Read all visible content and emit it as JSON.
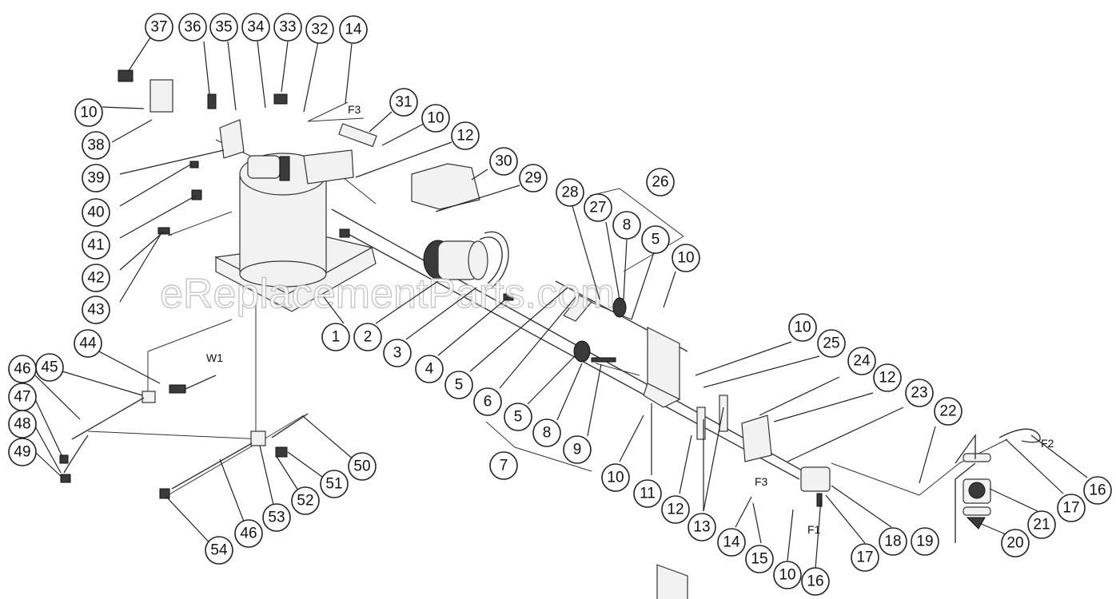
{
  "watermark": "eReplacementParts.com",
  "connection_labels": [
    "F3",
    "W1",
    "F2",
    "F3",
    "F1"
  ],
  "callouts": [
    "37",
    "36",
    "35",
    "34",
    "33",
    "32",
    "14",
    "31",
    "10",
    "12",
    "30",
    "29",
    "10",
    "38",
    "39",
    "40",
    "41",
    "42",
    "43",
    "28",
    "27",
    "8",
    "5",
    "26",
    "10",
    "1",
    "2",
    "3",
    "4",
    "5",
    "6",
    "5",
    "8",
    "9",
    "7",
    "10",
    "25",
    "24",
    "12",
    "23",
    "22",
    "10",
    "11",
    "12",
    "13",
    "14",
    "15",
    "10",
    "16",
    "17",
    "18",
    "19",
    "20",
    "21",
    "17",
    "16",
    "44",
    "45",
    "46",
    "47",
    "48",
    "49",
    "50",
    "51",
    "52",
    "53",
    "46",
    "54"
  ],
  "colors": {
    "line": "#222222",
    "background": "#ffffff",
    "watermark_stroke": "#bdbdbd"
  }
}
